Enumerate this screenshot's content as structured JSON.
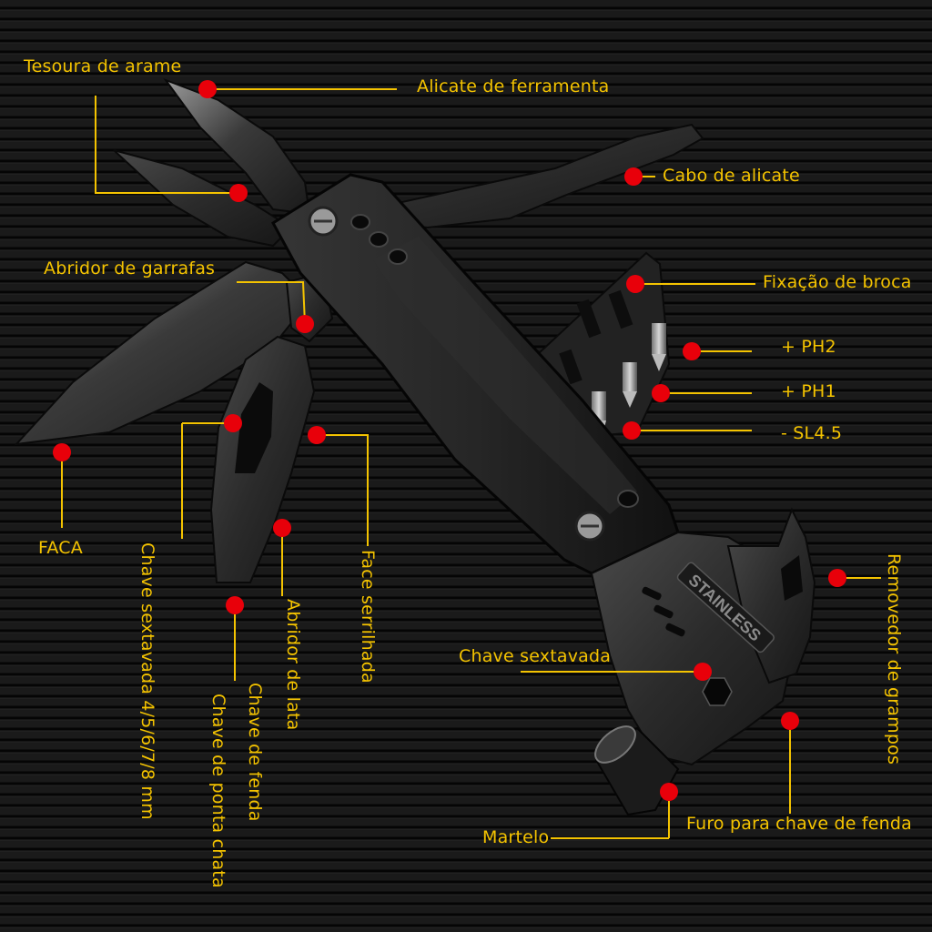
{
  "diagram": {
    "stamp_text": "STAINLESS",
    "colors": {
      "label": "#f4c300",
      "leader_line": "#f4c300",
      "marker": "#e8000a",
      "background": "#151515",
      "tool_metal": "#2b2b2b"
    },
    "labels": {
      "wire_cutter": "Tesoura de arame",
      "tool_pliers": "Alicate de ferramenta",
      "pliers_handle": "Cabo de alicate",
      "bottle_opener": "Abridor de garrafas",
      "bit_holder": "Fixação de broca",
      "ph2": "+  PH2",
      "ph1": "+  PH1",
      "sl45": "-  SL4.5",
      "knife": "FACA",
      "hex_wrench_sizes": "Chave sextavada 4/5/6/7/8 mm",
      "serrated_face": "Face serrilhada",
      "can_opener": "Abridor de lata",
      "screwdriver": "Chave de fenda",
      "flat_screwdriver": "Chave de ponta chata",
      "staple_remover": "Removedor de grampos",
      "hex_wrench": "Chave sextavada",
      "hammer": "Martelo",
      "screwdriver_hole": "Furo para chave de fenda"
    }
  }
}
